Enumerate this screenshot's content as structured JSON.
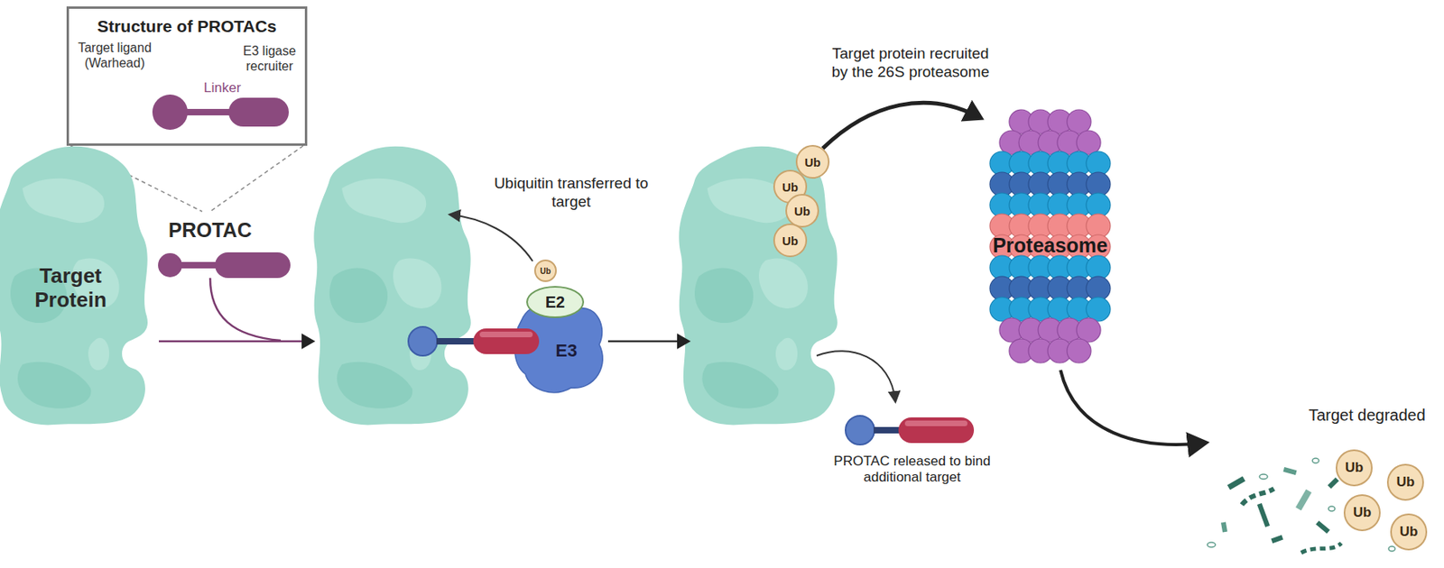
{
  "diagram": {
    "nodes": [
      {
        "text": [
          "Structure of PROTACs"
        ]
      },
      {
        "text": [
          "Target Protein"
        ]
      },
      {
        "text": [
          "Ub"
        ]
      },
      {
        "text": [
          "E2"
        ]
      },
      {
        "text": [
          "E3"
        ]
      },
      {
        "text": [
          "Ub"
        ]
      },
      {
        "text": [
          "Ub"
        ]
      },
      {
        "text": [
          "Ub"
        ]
      },
      {
        "text": [
          "Ub"
        ]
      },
      {
        "text": [
          "Proteasome"
        ]
      },
      {
        "text": [
          "Ub"
        ]
      },
      {
        "text": [
          "Ub"
        ]
      },
      {
        "text": [
          "Ub"
        ]
      },
      {
        "text": [
          "Ub"
        ]
      }
    ],
    "edges": [
      {
        "from": 5,
        "to": 9,
        "arrow": "to"
      }
    ],
    "labels": [
      "Target ligand (Warhead)",
      "Linker",
      "E3 ligase recruiter",
      "PROTAC",
      "Ubiquitin transferred to target",
      "Target protein recruited by the 26S proteasome",
      "PROTAC released to bind additional target",
      "Target degraded"
    ]
  }
}
